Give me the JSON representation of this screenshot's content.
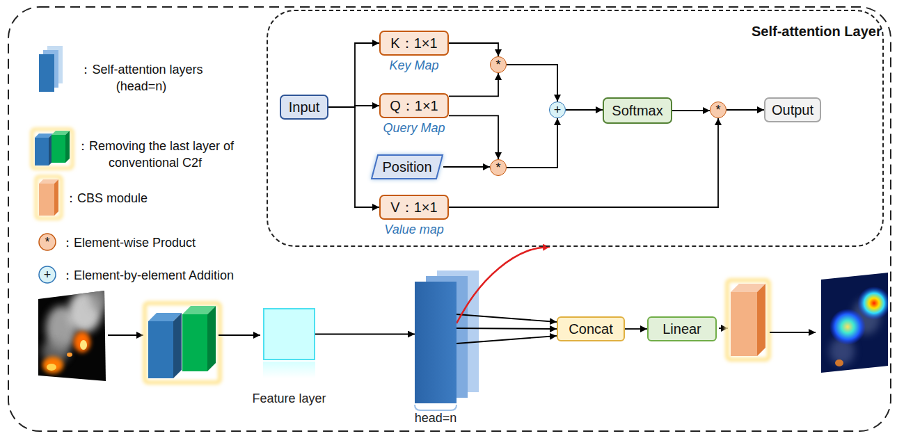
{
  "diagram": {
    "nodes": [
      {
        "text": [
          "Self-attention Layer"
        ]
      },
      {
        "text": [
          "Input"
        ],
        "in": 0
      },
      {
        "text": [
          "K：1×1",
          "Key Map"
        ],
        "in": 0
      },
      {
        "text": [
          "Q：1×1",
          "Query Map"
        ],
        "in": 0
      },
      {
        "text": [
          "Position"
        ],
        "in": 0
      },
      {
        "text": [
          "V：1×1",
          "Value map"
        ],
        "in": 0
      },
      {
        "text": [
          "*"
        ],
        "in": 0
      },
      {
        "text": [
          "*"
        ],
        "in": 0
      },
      {
        "text": [
          "+"
        ],
        "in": 0
      },
      {
        "text": [
          "Softmax"
        ],
        "in": 0
      },
      {
        "text": [
          "*"
        ],
        "in": 0
      },
      {
        "text": [
          "Output"
        ],
        "in": 0
      },
      {
        "text": [
          "Feature layer"
        ]
      },
      {
        "text": [
          "head=n"
        ]
      },
      {
        "text": [
          "Concat"
        ]
      },
      {
        "text": [
          "Linear"
        ]
      }
    ],
    "edges": [
      {
        "from": 1,
        "to": 2,
        "arrow": "to"
      },
      {
        "from": 1,
        "to": 3,
        "arrow": "to"
      },
      {
        "from": 1,
        "to": 5,
        "arrow": "to"
      },
      {
        "from": 2,
        "to": 6,
        "arrow": "to"
      },
      {
        "from": 3,
        "to": 6,
        "arrow": "to"
      },
      {
        "from": 3,
        "to": 7,
        "arrow": "to"
      },
      {
        "from": 4,
        "to": 7,
        "arrow": "to"
      },
      {
        "from": 6,
        "to": 8,
        "arrow": "to"
      },
      {
        "from": 7,
        "to": 8,
        "arrow": "to"
      },
      {
        "from": 8,
        "to": 9,
        "arrow": "to"
      },
      {
        "from": 9,
        "to": 10,
        "arrow": "to"
      },
      {
        "from": 5,
        "to": 10,
        "arrow": "to"
      },
      {
        "from": 10,
        "to": 11,
        "arrow": "to"
      },
      {
        "from": 12,
        "to": 13,
        "arrow": "to"
      },
      {
        "from": 13,
        "to": 14,
        "arrow": "to"
      },
      {
        "from": 13,
        "to": 14,
        "arrow": "to"
      },
      {
        "from": 13,
        "to": 14,
        "arrow": "to"
      },
      {
        "from": 14,
        "to": 15,
        "arrow": "to"
      },
      {
        "from": 13,
        "to": 0,
        "arrow": "to"
      }
    ],
    "labels": [
      "*",
      "+"
    ],
    "legend": [
      {
        "text": "：Self-attention layers (head=n)"
      },
      {
        "text": "：Removing the last layer of conventional C2f"
      },
      {
        "text": "：CBS module"
      },
      {
        "text": "：Element-wise Product"
      },
      {
        "text": "：Element-by-element Addition"
      }
    ]
  }
}
